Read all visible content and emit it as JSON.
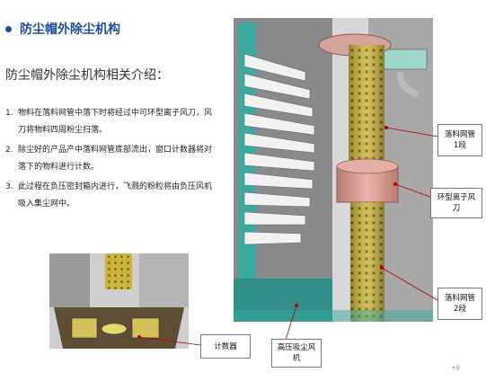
{
  "header": {
    "title": "防尘帽外除尘机构"
  },
  "intro": {
    "subtitle": "防尘帽外除尘机构相关介绍："
  },
  "description": [
    {
      "num": "1.",
      "text": "物料在落料网管中落下时将经过中可环型离子风刀，风刀将物料四周粉尘扫落。"
    },
    {
      "num": "2.",
      "text": "除尘好的产品产中落料网管底部流出，窗口计数器将对落下的物料进行计数。"
    },
    {
      "num": "3.",
      "text": "此过程在负压密封箱内进行，飞溅的粉粒将由负压风机吸入集尘网中。"
    }
  ],
  "callouts": {
    "tube1": [
      "落料网管",
      "1段"
    ],
    "ring": [
      "环型离子风",
      "刀"
    ],
    "tube2": [
      "落料网管",
      "2段"
    ],
    "counter": [
      "计数器"
    ],
    "fan": [
      "高压吸尘风",
      "机"
    ]
  },
  "footer": {
    "page": "•9"
  },
  "colors": {
    "title": "#1f4e99",
    "tube": "#c9b43c",
    "ring": "#d99a8f",
    "machine": "#3aa9a0"
  }
}
